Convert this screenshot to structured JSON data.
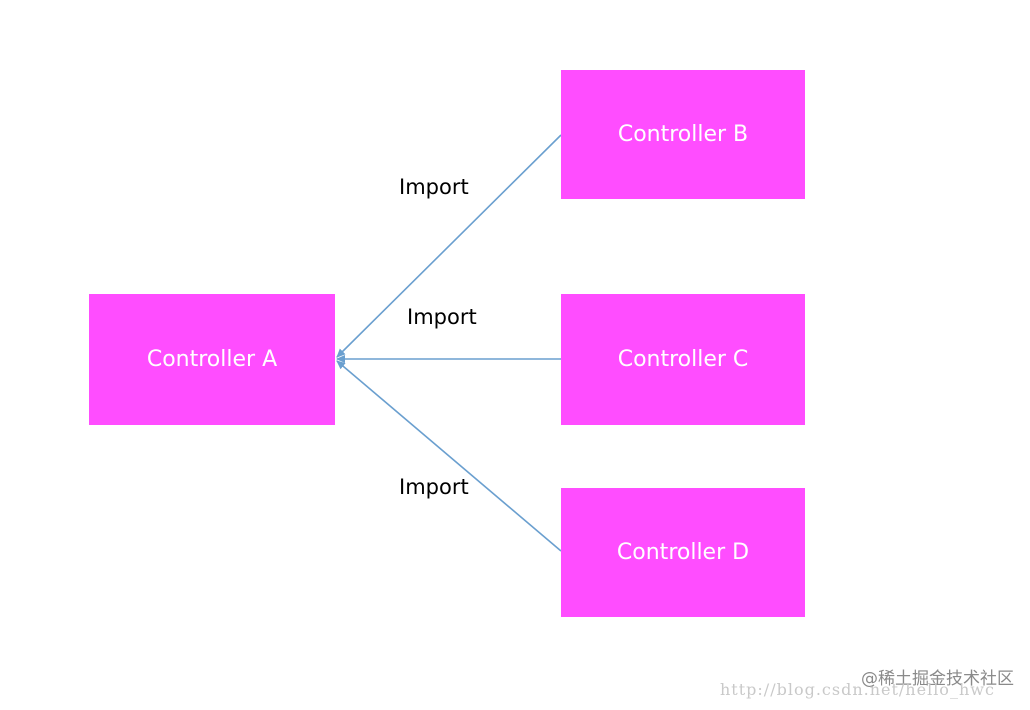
{
  "diagram": {
    "nodes": {
      "a": {
        "label": "Controller A"
      },
      "b": {
        "label": "Controller B"
      },
      "c": {
        "label": "Controller C"
      },
      "d": {
        "label": "Controller D"
      }
    },
    "edges": [
      {
        "from": "b",
        "to": "a",
        "label": "Import"
      },
      {
        "from": "c",
        "to": "a",
        "label": "Import"
      },
      {
        "from": "d",
        "to": "a",
        "label": "Import"
      }
    ],
    "colors": {
      "node_fill": "#ff4dff",
      "node_text": "#ffffff",
      "edge": "#6a9fcf",
      "label_text": "#000000"
    }
  },
  "watermark": {
    "brand": "@稀土掘金技术社区",
    "url": "http://blog.csdn.net/hello_hwc"
  }
}
